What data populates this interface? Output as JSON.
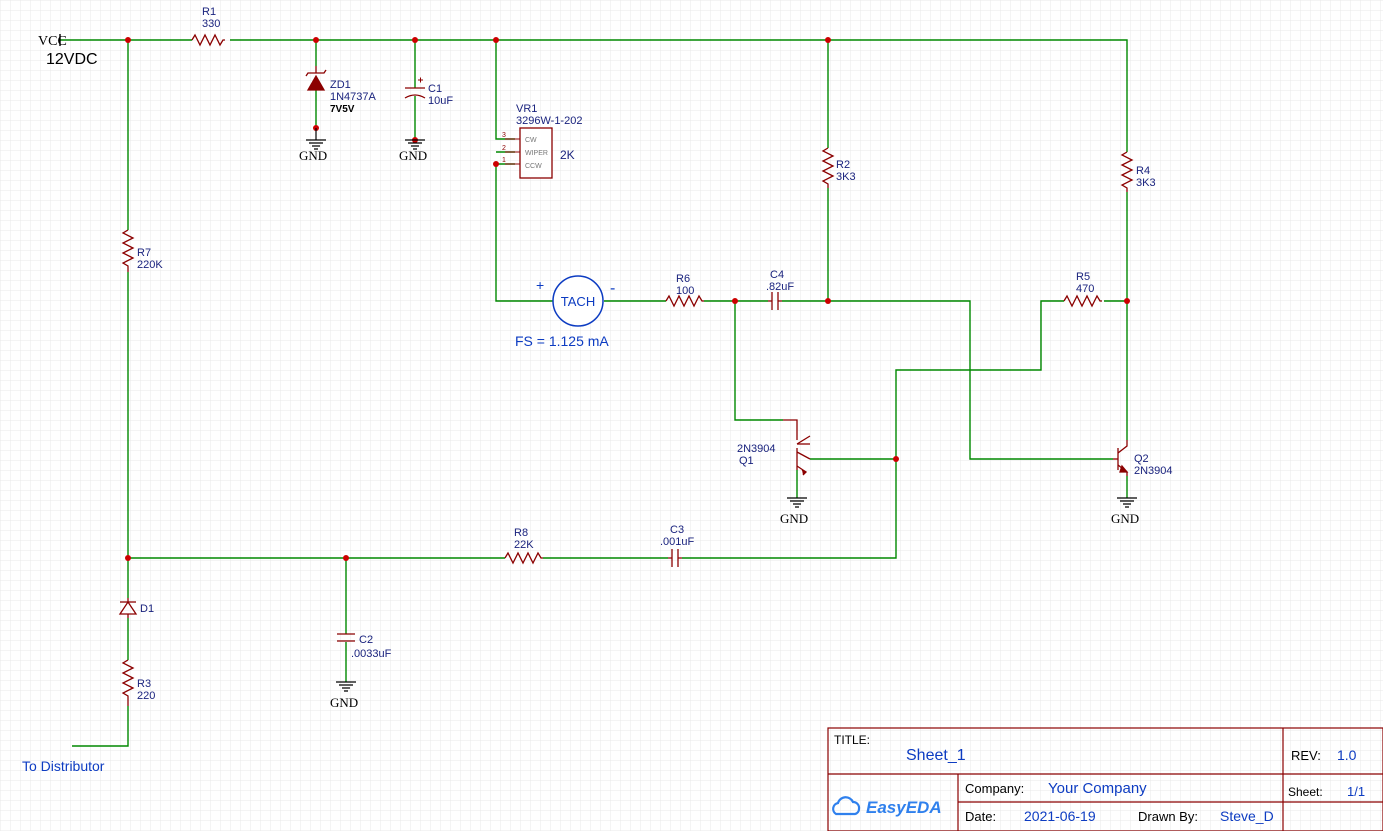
{
  "power": {
    "vcc_label": "VCC",
    "supply": "12VDC"
  },
  "components": {
    "r1": {
      "ref": "R1",
      "value": "330"
    },
    "zd1": {
      "ref": "ZD1",
      "value": "1N4737A",
      "rating": "7V5V"
    },
    "c1": {
      "ref": "C1",
      "value": "10uF"
    },
    "vr1": {
      "ref": "VR1",
      "value": "3296W-1-202",
      "resistance": "2K",
      "pins": [
        "3",
        "2",
        "1"
      ],
      "pin_names": [
        "CW",
        "WIPER",
        "CCW"
      ]
    },
    "r2": {
      "ref": "R2",
      "value": "3K3"
    },
    "r4": {
      "ref": "R4",
      "value": "3K3"
    },
    "r7": {
      "ref": "R7",
      "value": "220K"
    },
    "tach": {
      "label": "TACH",
      "plus": "+",
      "minus": "-",
      "fs": "FS = 1.125 mA"
    },
    "r6": {
      "ref": "R6",
      "value": "100"
    },
    "c4": {
      "ref": "C4",
      "value": ".82uF"
    },
    "r5": {
      "ref": "R5",
      "value": "470"
    },
    "q1": {
      "ref": "Q1",
      "value": "2N3904"
    },
    "q2": {
      "ref": "Q2",
      "value": "2N3904"
    },
    "r8": {
      "ref": "R8",
      "value": "22K"
    },
    "c3": {
      "ref": "C3",
      "value": ".001uF"
    },
    "d1": {
      "ref": "D1"
    },
    "c2": {
      "ref": "C2",
      "value": ".0033uF"
    },
    "r3": {
      "ref": "R3",
      "value": "220"
    }
  },
  "ground_label": "GND",
  "net_labels": {
    "distributor": "To Distributor"
  },
  "title_block": {
    "title_label": "TITLE:",
    "title": "Sheet_1",
    "rev_label": "REV:",
    "rev": "1.0",
    "company_label": "Company:",
    "company": "Your Company",
    "sheet_label": "Sheet:",
    "sheet": "1/1",
    "date_label": "Date:",
    "date": "2021-06-19",
    "drawn_label": "Drawn By:",
    "drawn_by": "Steve_D",
    "logo": "EasyEDA"
  },
  "colors": {
    "wire": "#008800",
    "component": "#8b0000",
    "junction": "#cc0000",
    "grid": "#e6e6e6",
    "text_blue": "#0d3cc2",
    "title_border": "#8b0000"
  }
}
